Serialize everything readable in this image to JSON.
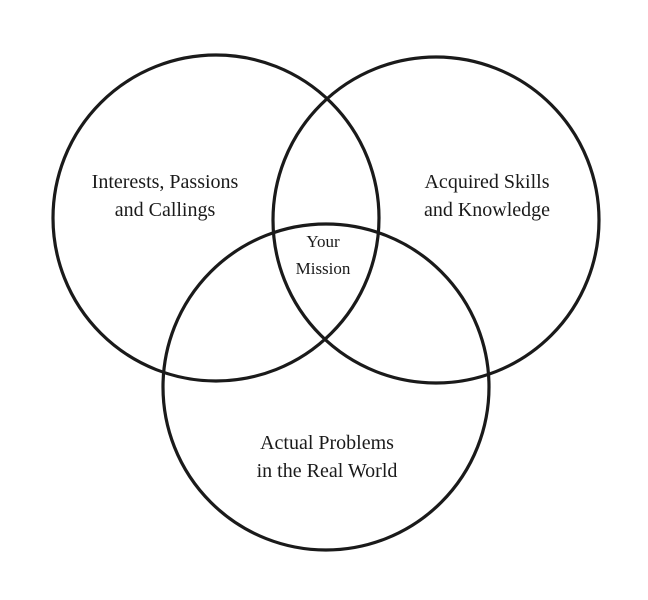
{
  "diagram": {
    "type": "venn",
    "stroke_color": "#1a1a1a",
    "sets": [
      {
        "line1": "Interests, Passions",
        "line2": "and Callings"
      },
      {
        "line1": "Acquired Skills",
        "line2": "and Knowledge"
      },
      {
        "line1": "Actual Problems",
        "line2": "in the Real World"
      }
    ],
    "intersection": {
      "line1": "Your",
      "line2": "Mission"
    }
  }
}
